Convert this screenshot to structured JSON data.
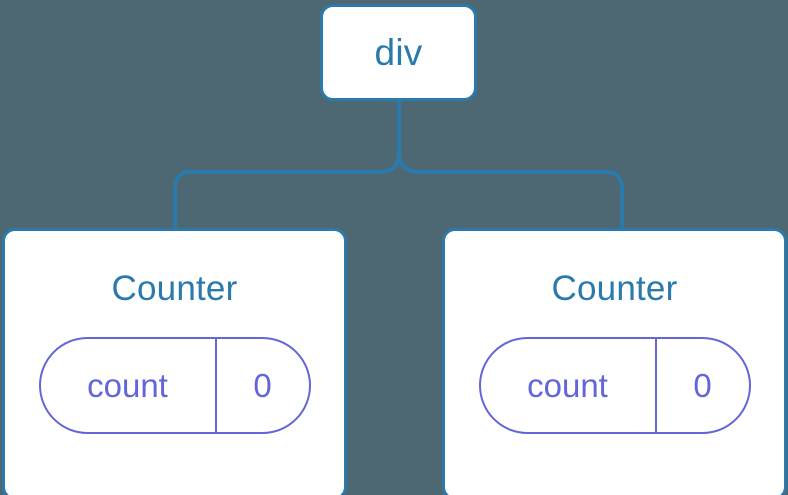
{
  "diagram": {
    "type": "component-tree",
    "background_color": "#4d6873",
    "node_border_color": "#2b7aab",
    "node_fill_color": "#ffffff",
    "connector_color": "#2b7aab",
    "title_text_color": "#2b7aab",
    "state_accent_color": "#6366d8"
  },
  "root": {
    "label": "div"
  },
  "children": [
    {
      "title": "Counter",
      "state": {
        "key": "count",
        "value": "0"
      }
    },
    {
      "title": "Counter",
      "state": {
        "key": "count",
        "value": "0"
      }
    }
  ]
}
